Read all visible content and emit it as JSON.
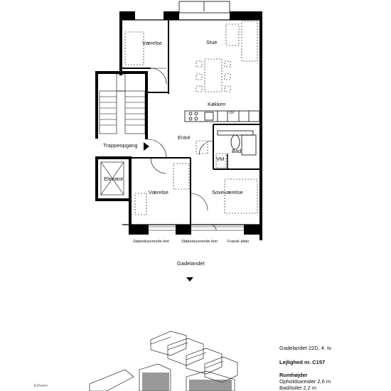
{
  "rooms": {
    "vaerelse_top": "Værelse",
    "stue": "Stue",
    "kokken": "Køkken",
    "entre": "Entré",
    "trappeopgang": "Trappeopgang",
    "elevator": "Elevator",
    "bad": "Bad",
    "vm": "VM",
    "op": "OP",
    "vaerelse_bottom": "Værelse",
    "sovevaerelse": "Soveværelse"
  },
  "annotations": {
    "stoj1": "Støjreducerende lem",
    "stoj2": "Støjreducerende lem",
    "fransk_altan": "Fransk altan",
    "street": "Gadelandet",
    "erhverv": "Erhverv"
  },
  "info": {
    "address": "Gadelandet 22D, 4. tv",
    "apartment": "Lejlighed nr. C157",
    "heights_title": "Rumhøjder",
    "opholds": "Opholdsarealer 2,6 m",
    "bad": "Bad/toilet 2,2 m"
  }
}
